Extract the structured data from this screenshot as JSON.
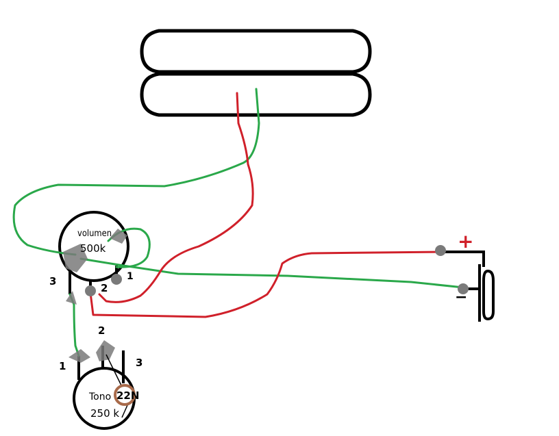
{
  "pickup": {},
  "volume_pot": {
    "name": "volumen",
    "value": "500k",
    "lug_1": "1",
    "lug_2": "2",
    "lug_3": "3"
  },
  "tone_pot": {
    "name": "Tono",
    "value": "250 k",
    "lug_1": "1",
    "lug_2": "2",
    "lug_3": "3"
  },
  "capacitor": {
    "label": "22N"
  },
  "jack": {
    "positive": "+",
    "negative": "−"
  },
  "colors": {
    "hot_wire": "#d0202a",
    "ground_wire": "#2aa84a",
    "solder": "#7a7a7a",
    "outline": "#000000",
    "capacitor": "#a86a4a"
  }
}
